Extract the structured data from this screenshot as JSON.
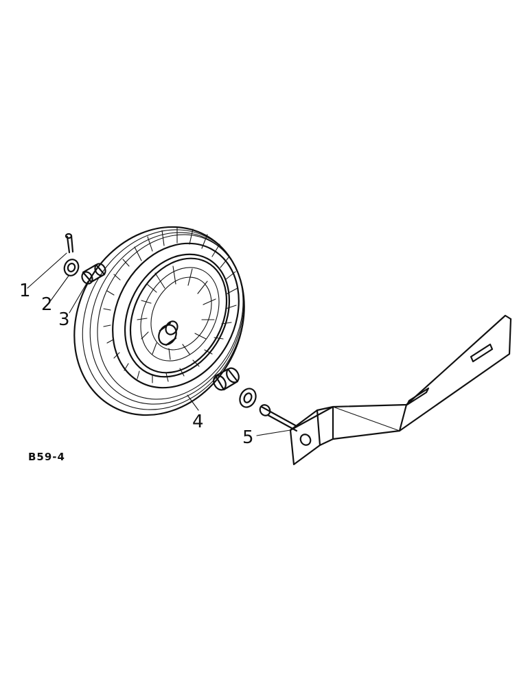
{
  "figure": {
    "id_label": "B59-4"
  },
  "callouts": [
    {
      "number": "1",
      "part": "cotter-pin"
    },
    {
      "number": "2",
      "part": "washer"
    },
    {
      "number": "3",
      "part": "bushing"
    },
    {
      "number": "4",
      "part": "wheel-with-tire"
    },
    {
      "number": "5",
      "part": "wheel-arm-bracket"
    }
  ],
  "colors": {
    "ink": "#111111",
    "paper": "#ffffff"
  }
}
